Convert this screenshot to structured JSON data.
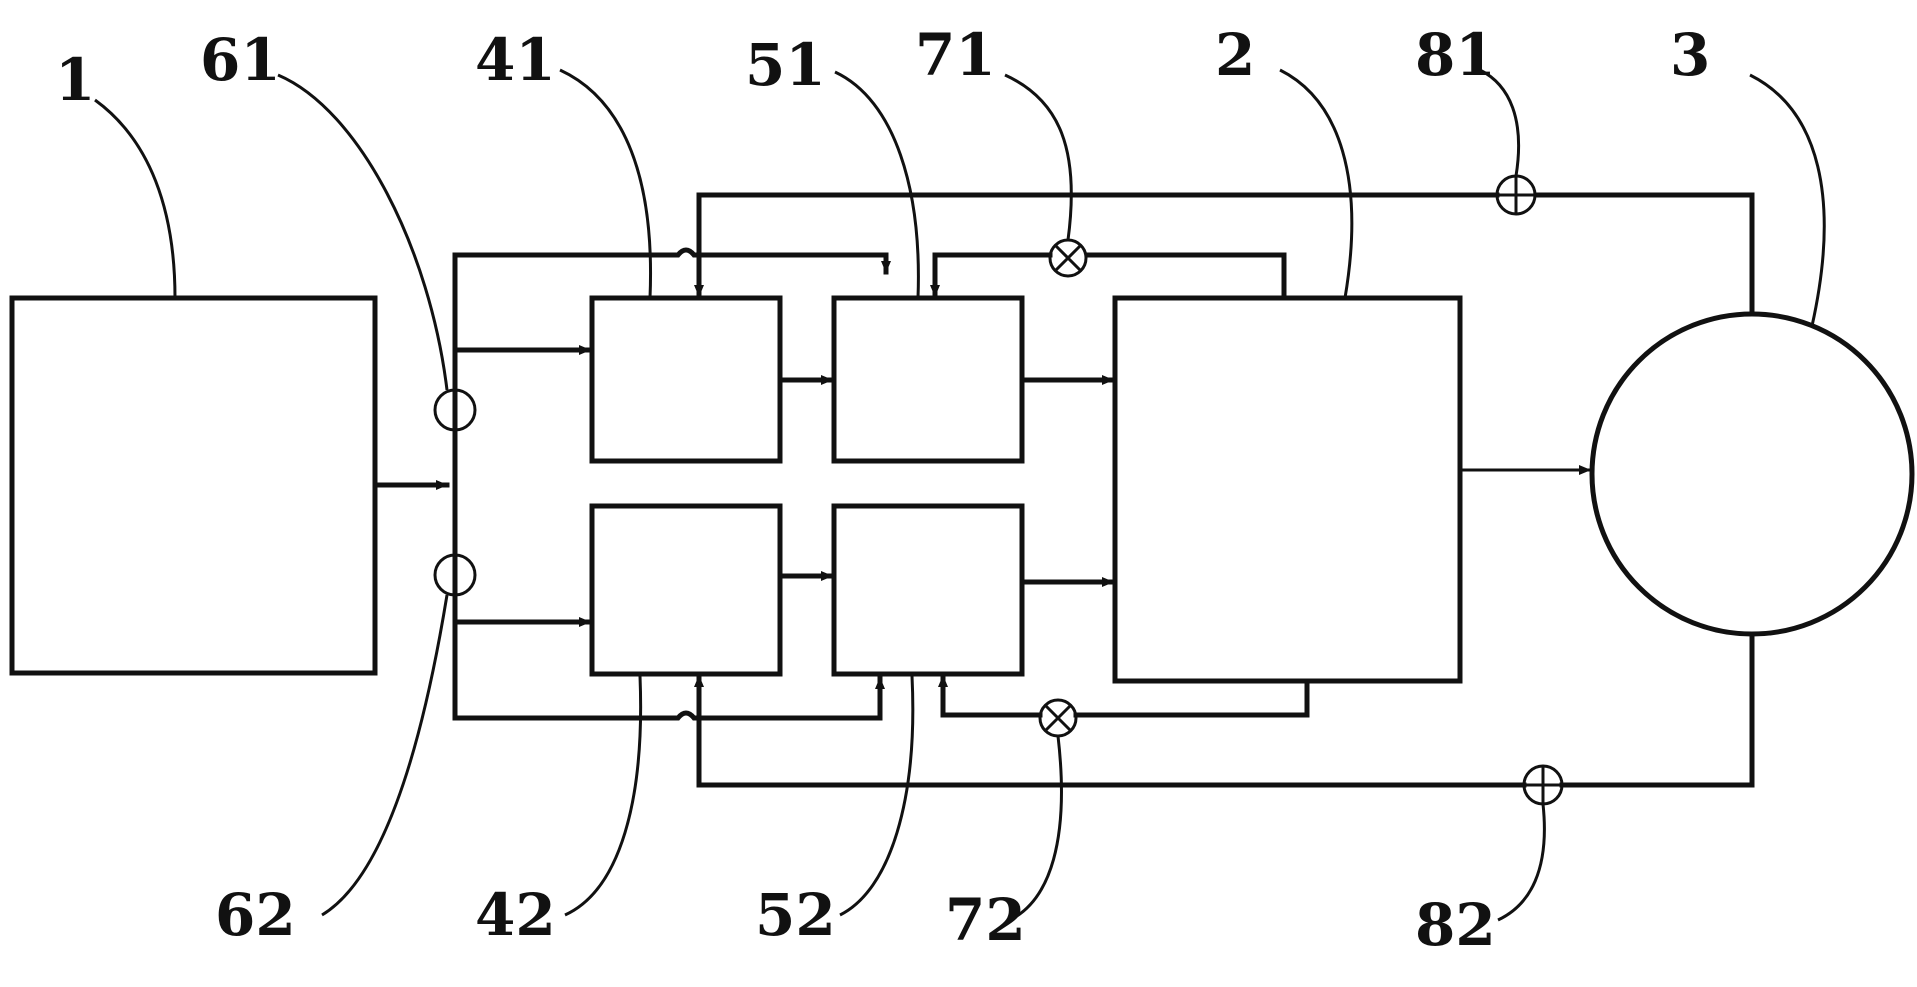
{
  "labels": {
    "l1": "1",
    "l2": "2",
    "l3": "3",
    "l41": "41",
    "l42": "42",
    "l51": "51",
    "l52": "52",
    "l61": "61",
    "l62": "62",
    "l71": "71",
    "l72": "72",
    "l81": "81",
    "l82": "82"
  },
  "colors": {
    "ink": "#111111",
    "background": "#ffffff"
  }
}
